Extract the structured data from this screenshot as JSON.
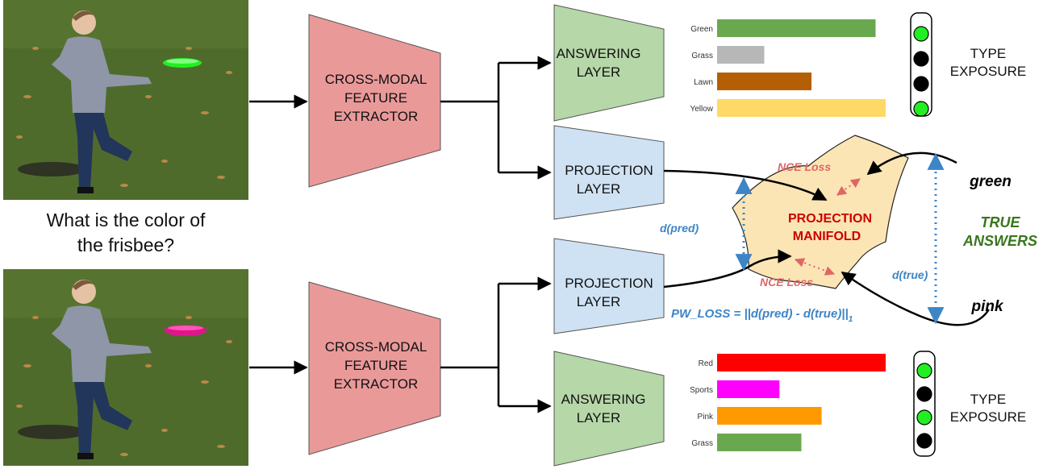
{
  "question": {
    "line1": "What is the color of",
    "line2": "the frisbee?"
  },
  "extractor": {
    "line1": "CROSS-MODAL",
    "line2": "FEATURE",
    "line3": "EXTRACTOR"
  },
  "answering_layer": {
    "line1": "ANSWERING",
    "line2": "LAYER"
  },
  "projection_layer": {
    "line1": "PROJECTION",
    "line2": "LAYER"
  },
  "manifold": {
    "line1": "PROJECTION",
    "line2": "MANIFOLD"
  },
  "loss_labels": {
    "nce_top": "NCE Loss",
    "nce_bottom": "NCE Loss",
    "d_pred": "d(pred)",
    "d_true": "d(true)",
    "pw_loss": "PW_LOSS =  ||d(pred) - d(true)||",
    "pw_loss_sub": "1"
  },
  "true_answers": {
    "line1": "TRUE",
    "line2": "ANSWERS",
    "word_top": "green",
    "word_bottom": "pink"
  },
  "type_exposure": {
    "line1": "TYPE",
    "line2": "EXPOSURE"
  },
  "colors": {
    "extractor_fill": "#ea9999",
    "answering_fill": "#b6d7a8",
    "projection_fill": "#cfe2f3",
    "manifold_fill": "#fce5b4",
    "nce_text": "#e06666",
    "d_label": "#3d85c6",
    "true_answers": "#38761d",
    "manifold_text": "#cc0000",
    "lamp_on": "#22ee22",
    "lamp_off": "#000000"
  },
  "chart_data": [
    {
      "type": "bar",
      "categories": [
        "Green",
        "Grass",
        "Lawn",
        "Yellow"
      ],
      "values": [
        0.94,
        0.28,
        0.56,
        1.0
      ],
      "colors": [
        "#6aa84f",
        "#b7b7b7",
        "#b45f06",
        "#ffd966"
      ],
      "lamps": [
        "on",
        "off",
        "off",
        "on"
      ]
    },
    {
      "type": "bar",
      "categories": [
        "Red",
        "Sports",
        "Pink",
        "Grass"
      ],
      "values": [
        1.0,
        0.37,
        0.62,
        0.5
      ],
      "colors": [
        "#ff0000",
        "#ff00ff",
        "#ff9900",
        "#6aa84f"
      ],
      "lamps": [
        "on",
        "off",
        "on",
        "off"
      ]
    }
  ]
}
